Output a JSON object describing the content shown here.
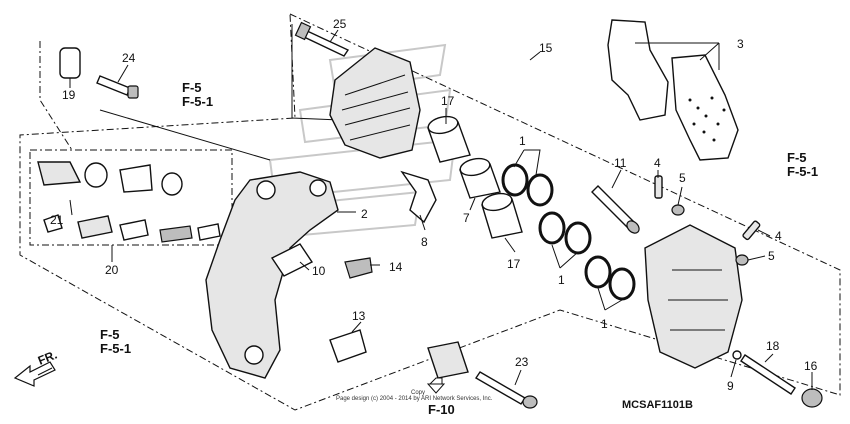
{
  "diagram": {
    "code": "MCSAF1101B",
    "direction_label": "FR.",
    "copyright_line1": "Copy",
    "copyright_line2": "Page design (c) 2004 - 2014 by ARI Network Services, Inc.",
    "refs": {
      "left_top": [
        "F-5",
        "F-5-1"
      ],
      "left_bottom": [
        "F-5",
        "F-5-1"
      ],
      "right": [
        "F-5",
        "F-5-1"
      ],
      "bottom": "F-10"
    },
    "callouts": {
      "p1a": "1",
      "p1b": "1",
      "p1c": "1",
      "p2": "2",
      "p3": "3",
      "p4a": "4",
      "p4b": "4",
      "p5a": "5",
      "p5b": "5",
      "p7": "7",
      "p8": "8",
      "p9": "9",
      "p10": "10",
      "p11": "11",
      "p13": "13",
      "p14": "14",
      "p15": "15",
      "p16": "16",
      "p17a": "17",
      "p17b": "17",
      "p18": "18",
      "p19": "19",
      "p20": "20",
      "p21": "21",
      "p23": "23",
      "p24": "24",
      "p25": "25"
    }
  }
}
